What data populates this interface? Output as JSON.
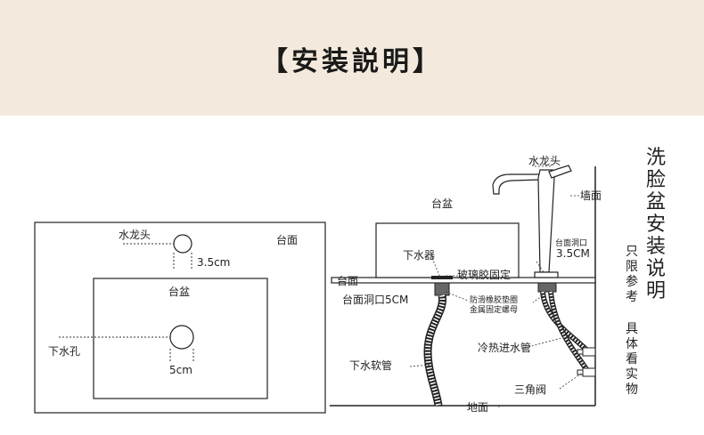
{
  "header": {
    "title": "【安装説明】"
  },
  "top_view": {
    "faucet_label": "水龙头",
    "faucet_hole_size": "3.5cm",
    "countertop_label": "台面",
    "basin_label": "台盆",
    "drain_label": "下水孔",
    "drain_hole_size": "5cm"
  },
  "side_view": {
    "faucet_label": "水龙头",
    "wall_label": "墙面",
    "basin_label": "台盆",
    "counter_hole_faucet_label": "台面洞口",
    "counter_hole_faucet_size": "3.5CM",
    "drain_fitting_label": "下水器",
    "glue_label": "玻璃胶固定",
    "countertop_label": "台面",
    "counter_hole_drain_label": "台面洞口5CM",
    "gasket_label_1": "防滑橡胶垫圈",
    "gasket_label_2": "金属固定螺母",
    "water_inlet_label": "冷热进水管",
    "drain_hose_label": "下水软管",
    "angle_valve_label": "三角阀",
    "floor_label": "地面"
  },
  "side_notes": {
    "title_vertical": "洗脸盆安装说明",
    "note1_vertical": "只限参考",
    "note2_vertical": "具体看实物"
  }
}
